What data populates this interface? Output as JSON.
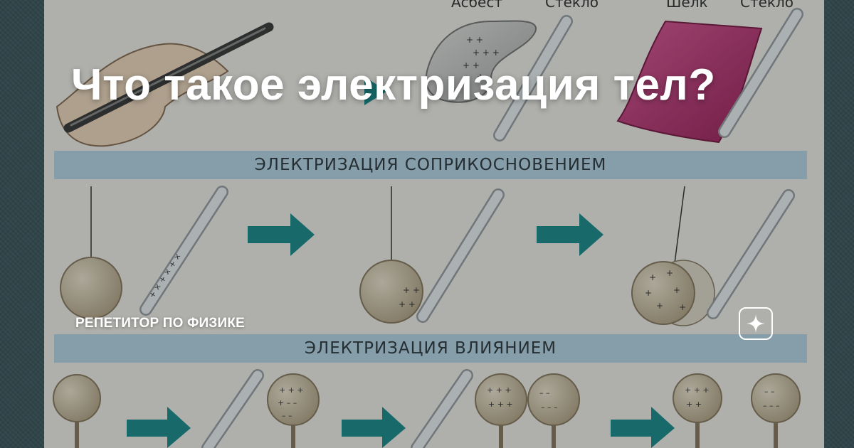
{
  "illustration": {
    "top_labels": [
      "Асбест",
      "Стекло",
      "Шелк",
      "Стекло"
    ],
    "section_contact": "ЭЛЕКТРИЗАЦИЯ СОПРИКОСНОВЕНИЕМ",
    "section_influence": "ЭЛЕКТРИЗАЦИЯ ВЛИЯНИЕМ"
  },
  "card": {
    "title": "Что такое электризация тел?",
    "channel": "РЕПЕТИТОР ПО ФИЗИКЕ",
    "badge_icon": "sparkle-icon"
  },
  "colors": {
    "band": "#b8d8ea",
    "arrow": "#1c8f8f",
    "silk": "#c0387a",
    "text": "#ffffff"
  }
}
